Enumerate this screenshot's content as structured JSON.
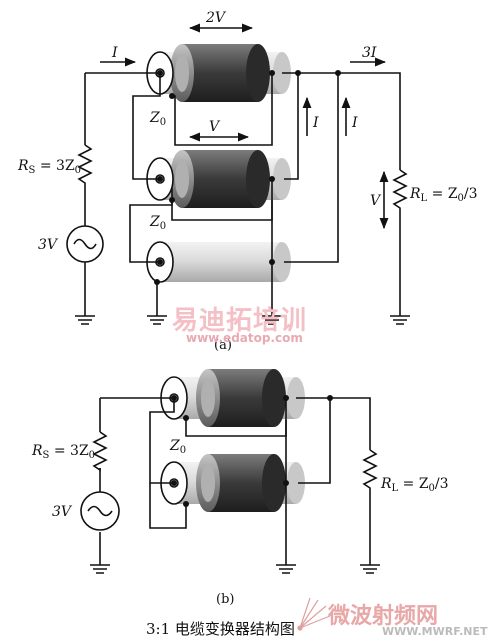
{
  "diagram_a": {
    "label": "(a)",
    "top_voltage": "2V",
    "mid_voltage": "V",
    "input_current": "I",
    "output_current": "3I",
    "branch_current_1": "I",
    "branch_current_2": "I",
    "z0_upper": "Z",
    "z0_upper_sub": "0",
    "z0_lower": "Z",
    "z0_lower_sub": "0",
    "rs_label": "R",
    "rs_sub": "S",
    "rs_value": " = 3Z",
    "rs_value_sub": "0",
    "source_label": "3V",
    "load_voltage": "V",
    "rl_label": "R",
    "rl_sub": "L",
    "rl_value": " = Z",
    "rl_value_sub": "0",
    "rl_value_tail": "/3"
  },
  "diagram_b": {
    "label": "(b)",
    "z0": "Z",
    "z0_sub": "0",
    "rs_label": "R",
    "rs_sub": "S",
    "rs_value": " = 3Z",
    "rs_value_sub": "0",
    "source_label": "3V",
    "rl_label": "R",
    "rl_sub": "L",
    "rl_value": " = Z",
    "rl_value_sub": "0",
    "rl_value_tail": "/3"
  },
  "caption": "3:1 电缆变换器结构图",
  "watermark": {
    "brand_cn": "易迪拓培训",
    "brand_url": "www.edatop.com",
    "site_cn": "微波射频网",
    "site_url": "WWW.MWRF.NET"
  },
  "colors": {
    "ferrite_dark": "#333333",
    "ferrite_mid": "#7a7a7a",
    "cable_light": "#d6d6d6",
    "wire": "#111111"
  }
}
